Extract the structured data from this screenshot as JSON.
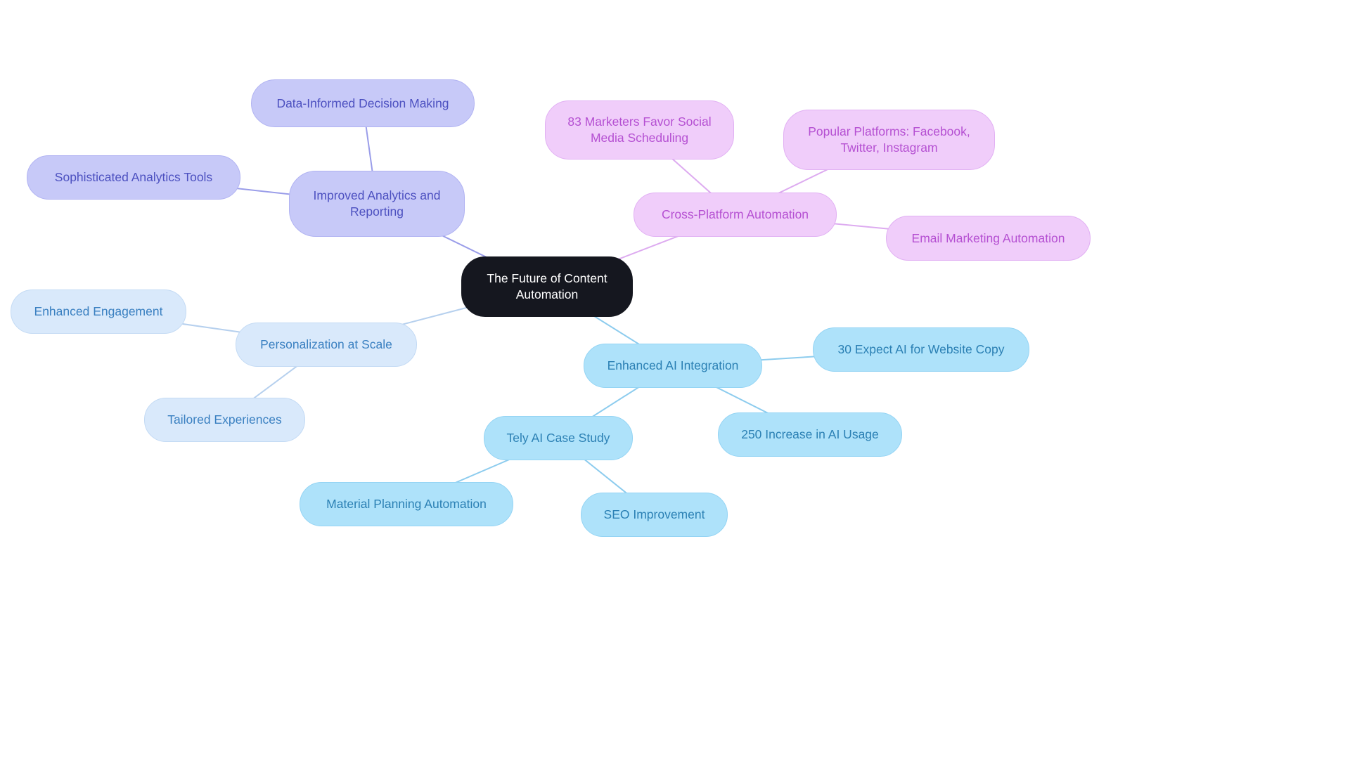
{
  "canvas": {
    "background": "#ffffff"
  },
  "palette": {
    "central_fill": "#15171f",
    "central_text": "#ffffff",
    "analytics_fill": "#c7c9f8",
    "analytics_border": "#b1b3f2",
    "analytics_text": "#4c50c0",
    "crossplatform_fill": "#f0cdfa",
    "crossplatform_border": "#e1b0f3",
    "crossplatform_text": "#b550d2",
    "personalization_fill": "#d9e9fb",
    "personalization_border": "#c3daf4",
    "personalization_text": "#3a80c1",
    "ai_fill": "#aee2fa",
    "ai_border": "#94d4f4",
    "ai_text": "#2b80b4"
  },
  "nodes": [
    {
      "id": "central",
      "label": "The Future of Content Automation",
      "fill": "#15171f",
      "border": "#15171f",
      "text_color": "#ffffff"
    },
    {
      "id": "improved-analytics",
      "label": "Improved Analytics and Reporting",
      "fill": "#c7c9f8",
      "border": "#b1b3f2",
      "text_color": "#4c50c0"
    },
    {
      "id": "data-informed",
      "label": "Data-Informed Decision Making",
      "fill": "#c7c9f8",
      "border": "#b1b3f2",
      "text_color": "#4c50c0"
    },
    {
      "id": "sophisticated-analytics",
      "label": "Sophisticated Analytics Tools",
      "fill": "#c7c9f8",
      "border": "#b1b3f2",
      "text_color": "#4c50c0"
    },
    {
      "id": "cross-platform",
      "label": "Cross-Platform Automation",
      "fill": "#f0cdfa",
      "border": "#e1b0f3",
      "text_color": "#b550d2"
    },
    {
      "id": "83-marketers",
      "label": "83 Marketers Favor Social Media Scheduling",
      "fill": "#f0cdfa",
      "border": "#e1b0f3",
      "text_color": "#b550d2"
    },
    {
      "id": "popular-platforms",
      "label": "Popular Platforms: Facebook, Twitter, Instagram",
      "fill": "#f0cdfa",
      "border": "#e1b0f3",
      "text_color": "#b550d2"
    },
    {
      "id": "email-marketing",
      "label": "Email Marketing Automation",
      "fill": "#f0cdfa",
      "border": "#e1b0f3",
      "text_color": "#b550d2"
    },
    {
      "id": "personalization",
      "label": "Personalization at Scale",
      "fill": "#d9e9fb",
      "border": "#c3daf4",
      "text_color": "#3a80c1"
    },
    {
      "id": "enhanced-engagement",
      "label": "Enhanced Engagement",
      "fill": "#d9e9fb",
      "border": "#c3daf4",
      "text_color": "#3a80c1"
    },
    {
      "id": "tailored-experiences",
      "label": "Tailored Experiences",
      "fill": "#d9e9fb",
      "border": "#c3daf4",
      "text_color": "#3a80c1"
    },
    {
      "id": "enhanced-ai",
      "label": "Enhanced AI Integration",
      "fill": "#aee2fa",
      "border": "#94d4f4",
      "text_color": "#2b80b4"
    },
    {
      "id": "30-expect",
      "label": "30 Expect AI for Website Copy",
      "fill": "#aee2fa",
      "border": "#94d4f4",
      "text_color": "#2b80b4"
    },
    {
      "id": "250-increase",
      "label": "250 Increase in AI Usage",
      "fill": "#aee2fa",
      "border": "#94d4f4",
      "text_color": "#2b80b4"
    },
    {
      "id": "tely-case-study",
      "label": "Tely AI Case Study",
      "fill": "#aee2fa",
      "border": "#94d4f4",
      "text_color": "#2b80b4"
    },
    {
      "id": "material-planning",
      "label": "Material Planning Automation",
      "fill": "#aee2fa",
      "border": "#94d4f4",
      "text_color": "#2b80b4"
    },
    {
      "id": "seo-improvement",
      "label": "SEO Improvement",
      "fill": "#aee2fa",
      "border": "#94d4f4",
      "text_color": "#2b80b4"
    }
  ],
  "edges": [
    {
      "from": "central",
      "to": "improved-analytics",
      "color": "#9a9de9"
    },
    {
      "from": "improved-analytics",
      "to": "data-informed",
      "color": "#9a9de9"
    },
    {
      "from": "improved-analytics",
      "to": "sophisticated-analytics",
      "color": "#9a9de9"
    },
    {
      "from": "central",
      "to": "cross-platform",
      "color": "#ddabf0"
    },
    {
      "from": "cross-platform",
      "to": "83-marketers",
      "color": "#ddabf0"
    },
    {
      "from": "cross-platform",
      "to": "popular-platforms",
      "color": "#ddabf0"
    },
    {
      "from": "cross-platform",
      "to": "email-marketing",
      "color": "#ddabf0"
    },
    {
      "from": "central",
      "to": "personalization",
      "color": "#b6d0ee"
    },
    {
      "from": "personalization",
      "to": "enhanced-engagement",
      "color": "#b6d0ee"
    },
    {
      "from": "personalization",
      "to": "tailored-experiences",
      "color": "#b6d0ee"
    },
    {
      "from": "central",
      "to": "enhanced-ai",
      "color": "#8dccee"
    },
    {
      "from": "enhanced-ai",
      "to": "30-expect",
      "color": "#8dccee"
    },
    {
      "from": "enhanced-ai",
      "to": "250-increase",
      "color": "#8dccee"
    },
    {
      "from": "enhanced-ai",
      "to": "tely-case-study",
      "color": "#8dccee"
    },
    {
      "from": "tely-case-study",
      "to": "material-planning",
      "color": "#8dccee"
    },
    {
      "from": "tely-case-study",
      "to": "seo-improvement",
      "color": "#8dccee"
    }
  ]
}
